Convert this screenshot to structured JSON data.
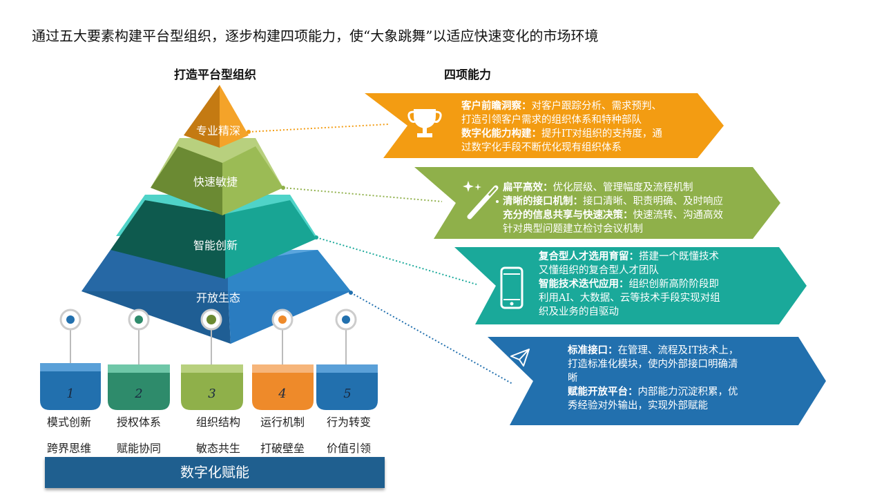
{
  "title": "通过五大要素构建平台型组织，逐步构建四项能力，使“大象跳舞”以适应快速变化的市场环境",
  "left_heading": "打造平台型组织",
  "right_heading": "四项能力",
  "pyramid": [
    "专业精深",
    "快速敏捷",
    "智能创新",
    "开放生态"
  ],
  "colors": {
    "orange": "#f39c12",
    "green": "#8fb04a",
    "teal": "#1aa99a",
    "blue": "#2270ae",
    "dark_blue_bar": "#1f5f8f"
  },
  "capabilities": [
    {
      "icon": "trophy-icon",
      "lines": [
        {
          "bold": "客户前瞻洞察：",
          "text": "对客户跟踪分析、需求预判、"
        },
        {
          "bold": "",
          "text": "打造引领客户需求的组织体系和特种部队"
        },
        {
          "bold": "数字化能力构建：",
          "text": "提升IT对组织的支持度，通"
        },
        {
          "bold": "",
          "text": "过数字化手段不断优化现有组织体系"
        }
      ]
    },
    {
      "icon": "magic-wand-icon",
      "lines": [
        {
          "bold": "扁平高效：",
          "text": "优化层级、管理幅度及流程机制"
        },
        {
          "bold": "清晰的接口机制：",
          "text": "接口清晰、职责明确、及时响应"
        },
        {
          "bold": "充分的信息共享与快速决策：",
          "text": "快速流转、沟通高效"
        },
        {
          "bold": "",
          "text": "针对典型问题建立检讨会议机制"
        }
      ]
    },
    {
      "icon": "smartphone-icon",
      "lines": [
        {
          "bold": "复合型人才选用育留：",
          "text": "搭建一个既懂技术"
        },
        {
          "bold": "",
          "text": "又懂组织的复合型人才团队"
        },
        {
          "bold": "智能技术迭代应用：",
          "text": "组织创新高阶阶段即"
        },
        {
          "bold": "",
          "text": "利用AI、大数据、云等技术手段实现对组"
        },
        {
          "bold": "",
          "text": "织及业务的自驱动"
        }
      ]
    },
    {
      "icon": "paper-plane-icon",
      "lines": [
        {
          "bold": "标准接口：",
          "text": "在管理、流程及IT技术上，"
        },
        {
          "bold": "",
          "text": "打造标准化模块，使内外部接口明确清"
        },
        {
          "bold": "",
          "text": "晰"
        },
        {
          "bold": "赋能开放平台：",
          "text": "内部能力沉淀积累，优"
        },
        {
          "bold": "",
          "text": "秀经验对外输出，实现外部赋能"
        }
      ]
    }
  ],
  "pillars": [
    {
      "num": "1",
      "line1": "模式创新",
      "line2": "跨界思维",
      "color": "#2270ae",
      "cap": "#5aa0d8"
    },
    {
      "num": "2",
      "line1": "授权体系",
      "line2": "赋能协同",
      "color": "#2e8b6b",
      "cap": "#6fc7a8"
    },
    {
      "num": "3",
      "line1": "组织结构",
      "line2": "敏态共生",
      "color": "#8fb04a",
      "cap": "#b8d07e"
    },
    {
      "num": "4",
      "line1": "运行机制",
      "line2": "打破壁垒",
      "color": "#ee8a2a",
      "cap": "#f6b57a"
    },
    {
      "num": "5",
      "line1": "行为转变",
      "line2": "价值引领",
      "color": "#2270ae",
      "cap": "#5aa0d8"
    }
  ],
  "bottom_bar": "数字化赋能"
}
